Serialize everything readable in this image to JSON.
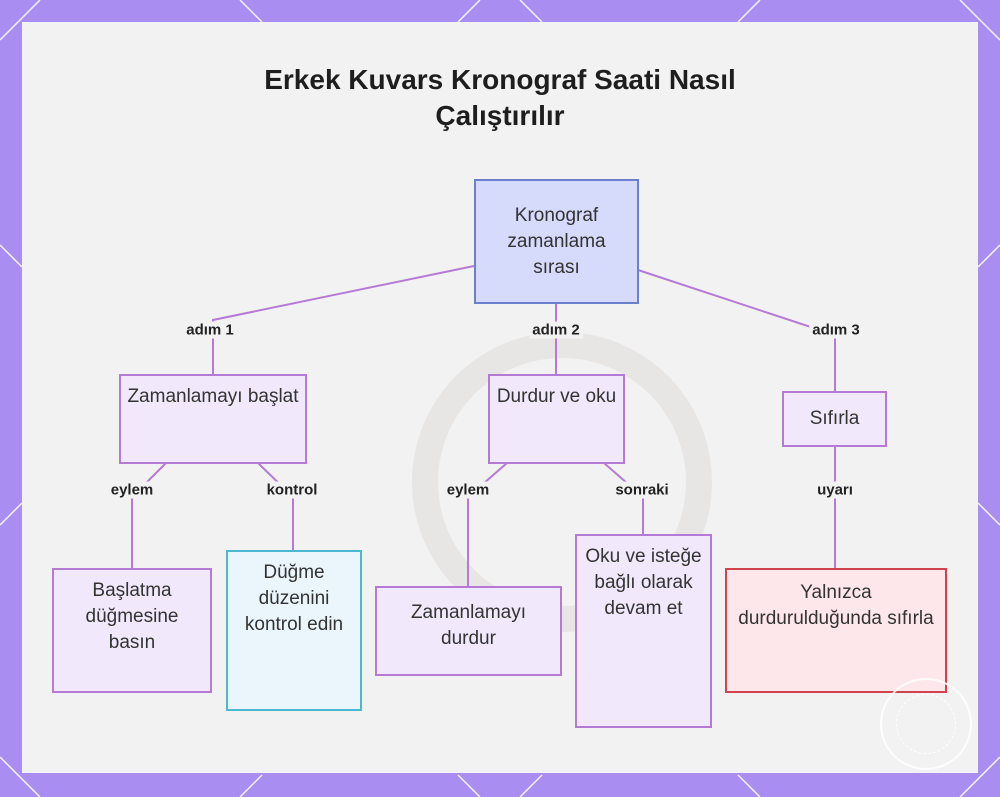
{
  "title": {
    "line1": "Erkek Kuvars Kronograf Saati Nasıl",
    "line2": "Çalıştırılır"
  },
  "nodes": {
    "root": "Kronograf zamanlama sırası",
    "start": "Zamanlamayı başlat",
    "stop": "Durdur ve oku",
    "reset": "Sıfırla",
    "press": "Başlatma düğmesine basın",
    "check": "Düğme düzenini kontrol edin",
    "stop_timing": "Zamanlamayı durdur",
    "read": "Oku ve isteğe bağlı olarak devam et",
    "reset_only": "Yalnızca durdurulduğunda sıfırla"
  },
  "edges": {
    "step1": "adım 1",
    "step2": "adım 2",
    "step3": "adım 3",
    "action1": "eylem",
    "control": "kontrol",
    "action2": "eylem",
    "next": "sonraki",
    "warning": "uyarı"
  },
  "colors": {
    "frame": "#a98df0",
    "root_fill": "#d6dafb",
    "node_fill": "#f1e9fb",
    "node_border": "#b57ad6",
    "check_border": "#4bb9cf",
    "warn_border": "#d0434c"
  }
}
